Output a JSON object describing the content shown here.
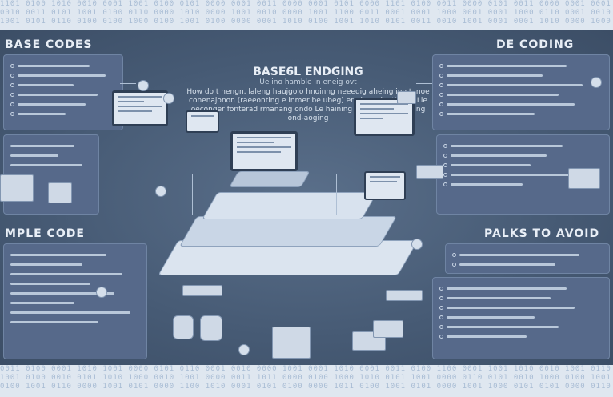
{
  "binary": {
    "top_lines": [
      "1101 0100 1010 0010 0001 1001 0100 0101 0000 0001 0011 0000 0001 0101 0000 1101 0100 0011 0000 0101 0011 0000 0001 0001 1001 0001 1000 0101 0010 0000 1001 0001 1000 0100 1001",
      "0010 0011 0101 1001 0100 0110 0000 1010 0000 1001 0010 0000 1001 1100 0011 0001 0001 1000 0001 0001 1000 0110 0001 0010 0001 0100 0001 0000 0100 1000 0000 0001 0100 1001 0001",
      "1001 0101 0110 0100 0100 1000 0100 1001 0100 0000 0001 1010 0100 1001 1010 0101 0011 0010 1001 0001 0001 1010 0000 1000 0001 0110 0000 0001 0000 1100 0001 0000 0110 1000 0000"
    ],
    "bottom_lines": [
      "0011 0100 0001 1010 1001 0000 0101 0110 0001 0010 0000 1001 0001 1010 0001 0011 0100 1100 0001 1001 1010 0010 1001 0110 0001 0101 0001 1100 0001 0010 0010 0101 0001 0010 1001",
      "1001 0100 0010 0101 1010 1000 0010 1001 0000 0011 1011 0000 0100 1000 1010 0101 1001 0000 0110 0101 0010 1000 0100 1001 0000 1101 1001 0100 1000 0100 0110 0001 0000 0101 0000",
      "0100 1001 0110 0000 1001 0101 0000 1100 1010 0001 0101 0100 0000 1011 0100 1001 0101 0000 1001 1000 0101 0101 0000 0110 0100 0100 1000 0100 1101 0001 1000 0100 1001 0010 1000"
    ]
  },
  "sections": {
    "top_left": "BASE CODES",
    "top_right": "DE CODING",
    "bottom_left": "MPLE CODE",
    "bottom_right": "PALKS TO AVOID"
  },
  "center": {
    "title": "BASE6L ENDGING",
    "subtitle": "Ue ino hamble in eneig ovt",
    "description": "How do t hengn, laleng haujgolo hnoinng neeedig aheing ino tanoe conenajonon (raeeonting e inmer be ubeg) erod on ninatina of Lle oeconger fonterad rmanang ondo Le haining ba base 6 ocdaging ond-aoging"
  },
  "colors": {
    "background": "#4a5e78",
    "panel": "#56698a",
    "accent_light": "#dfe7f1",
    "binary_text": "#a8bcd4"
  },
  "icons": [
    "laptop-icon",
    "server-icon",
    "database-icon",
    "document-icon",
    "cube-icon",
    "lock-icon"
  ]
}
